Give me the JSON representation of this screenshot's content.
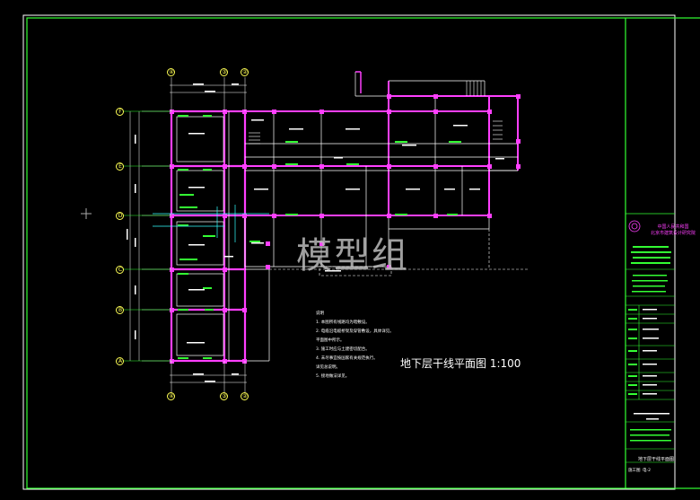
{
  "watermark": "模型组",
  "drawing_title": "地下层干线平面图  1:100",
  "title_block": {
    "organization": [
      "中国人民共和国",
      "北京市建筑设计研究院"
    ],
    "drawing_name": "地下层干线平面图",
    "sheet_code": "施工图",
    "sheet_no": "电-2"
  },
  "notes": {
    "heading": "说明",
    "lines": [
      "1. 本图所有线路均为暗敷设。",
      "2. 电缆沿电缆桥架及穿管敷设，具体详见。",
      "   平面图中所示。",
      "3. 施工时应与土建密切配合。",
      "4. 未尽事宜按国家有关规范执行。",
      "   详见总说明。",
      "5. 接地做法详见。"
    ]
  },
  "axes": {
    "top": [
      "④",
      "③",
      "②"
    ],
    "left": [
      "F",
      "E",
      "D",
      "C",
      "B",
      "A"
    ],
    "bottom": [
      "④",
      "③",
      "②"
    ]
  },
  "colors": {
    "background": "#000000",
    "wall": "#ff3fff",
    "line": "#ffffff",
    "green": "#33ff33",
    "yellow": "#ffff55",
    "cyan": "#33ffff"
  }
}
